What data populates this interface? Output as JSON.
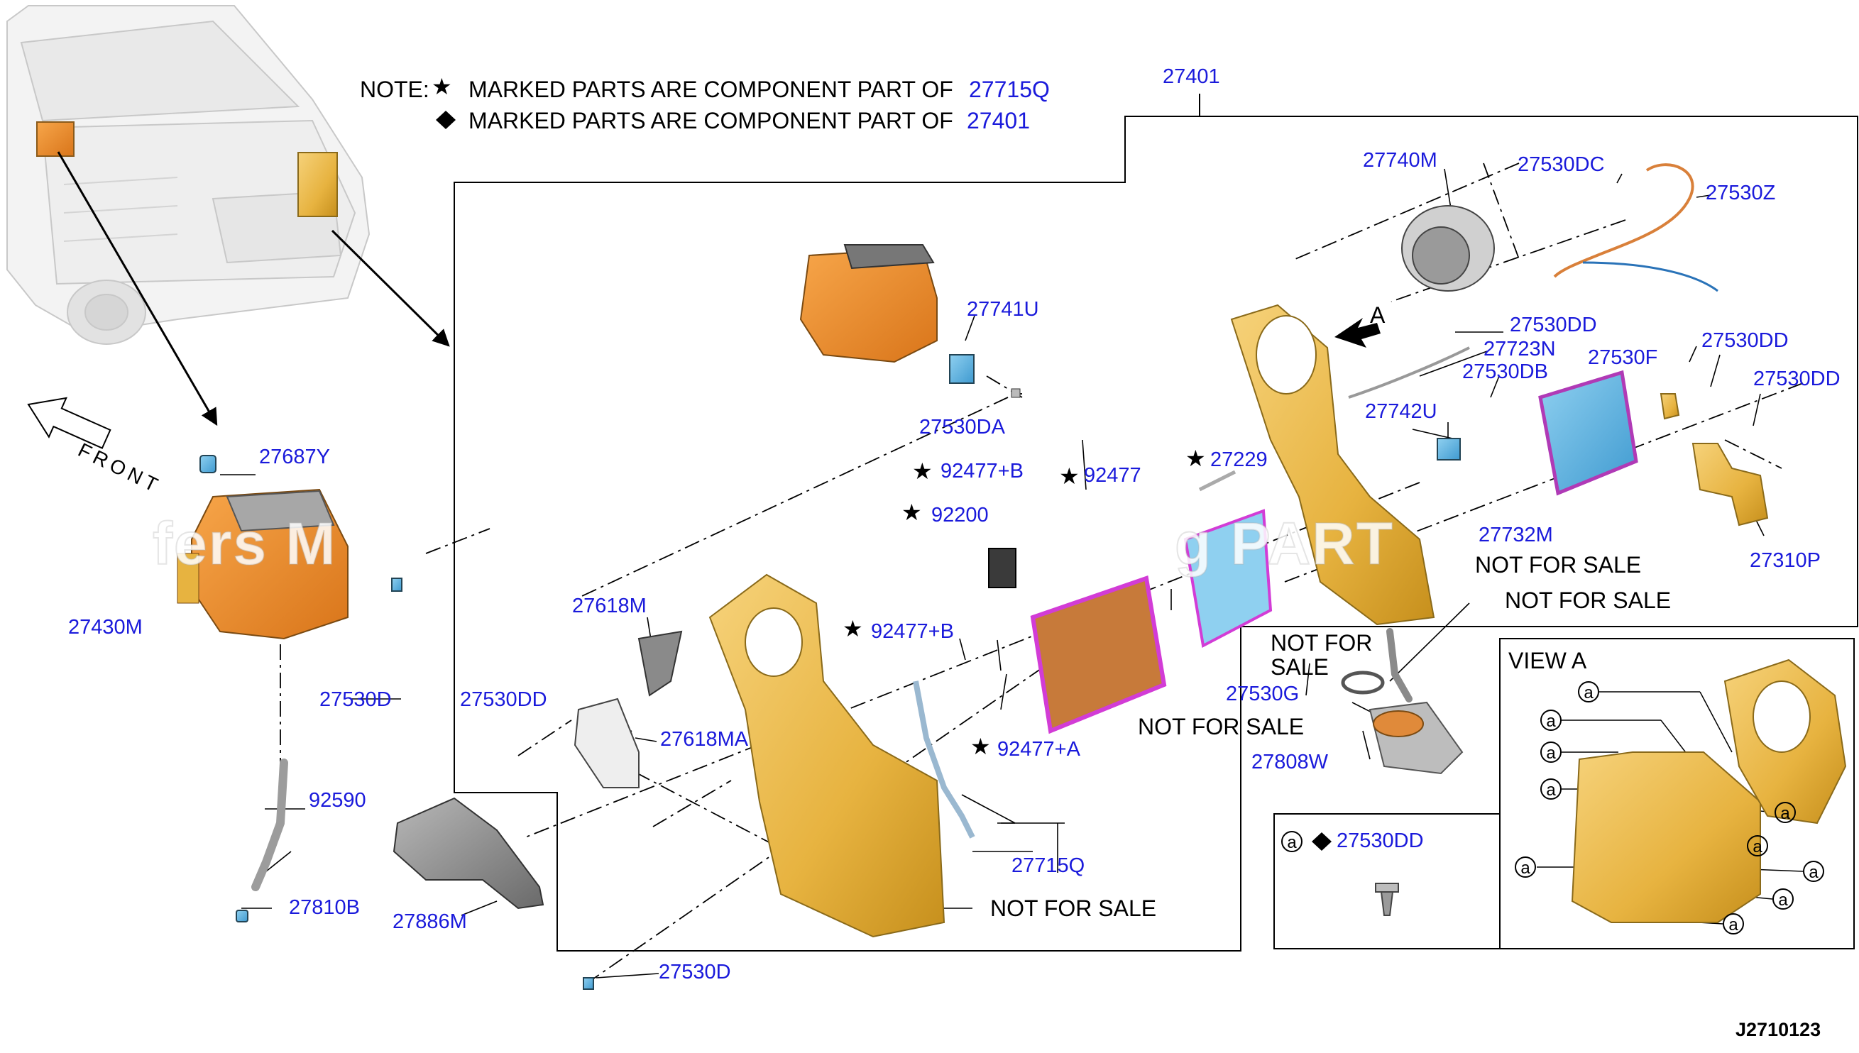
{
  "diagram_code": "J2710123",
  "notes": {
    "prefix": "NOTE:",
    "star_text": "MARKED PARTS ARE COMPONENT PART OF",
    "star_ref": "27715Q",
    "diamond_text": "MARKED PARTS ARE COMPONENT PART OF",
    "diamond_ref": "27401"
  },
  "front_label": "FRONT",
  "view_a": {
    "title": "VIEW A",
    "mark": "a",
    "legend_part": "27530DD"
  },
  "arrow_label": "A",
  "not_for_sale": "NOT FOR SALE",
  "not_for_sale_two_line": [
    "NOT FOR",
    "SALE"
  ],
  "watermark": {
    "left": "fers M",
    "right": "g PART"
  },
  "parts": {
    "p27401": "27401",
    "p27740M": "27740M",
    "p27530DC": "27530DC",
    "p27530Z": "27530Z",
    "p27741U": "27741U",
    "p27530DA": "27530DA",
    "p27530DD_a": "27530DD",
    "p27723N": "27723N",
    "p27530DB": "27530DB",
    "p27530F": "27530F",
    "p27530DD_b": "27530DD",
    "p27530DD_c": "27530DD",
    "p27742U": "27742U",
    "p27687Y": "27687Y",
    "p92477B1": "92477+B",
    "p92477": "92477",
    "p27229": "27229",
    "p92200": "92200",
    "p27732M": "27732M",
    "p27310P": "27310P",
    "p27430M": "27430M",
    "p27618M": "27618M",
    "p92477B2": "92477+B",
    "p27530D_a": "27530D",
    "p27530DD_d": "27530DD",
    "p27618MA": "27618MA",
    "p92477A": "92477+A",
    "p27530G": "27530G",
    "p27808W": "27808W",
    "p92590": "92590",
    "p27715Q": "27715Q",
    "p27810B": "27810B",
    "p27886M": "27886M",
    "p27530D_b": "27530D"
  }
}
